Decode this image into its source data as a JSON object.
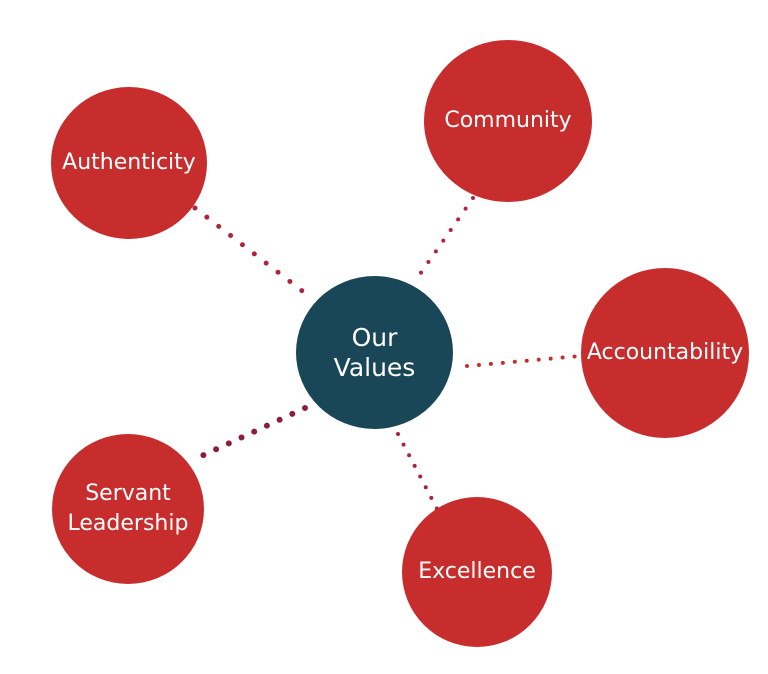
{
  "center": {
    "line1": "Our",
    "line2": "Values"
  },
  "values": [
    {
      "label": "Authenticity"
    },
    {
      "label": "Community"
    },
    {
      "label": "Accountability"
    },
    {
      "label": "Servant",
      "label2": "Leadership"
    },
    {
      "label": "Excellence"
    }
  ],
  "colors": {
    "node": "#c62d2c",
    "center": "#1a4757",
    "dots": "#b0233a"
  }
}
